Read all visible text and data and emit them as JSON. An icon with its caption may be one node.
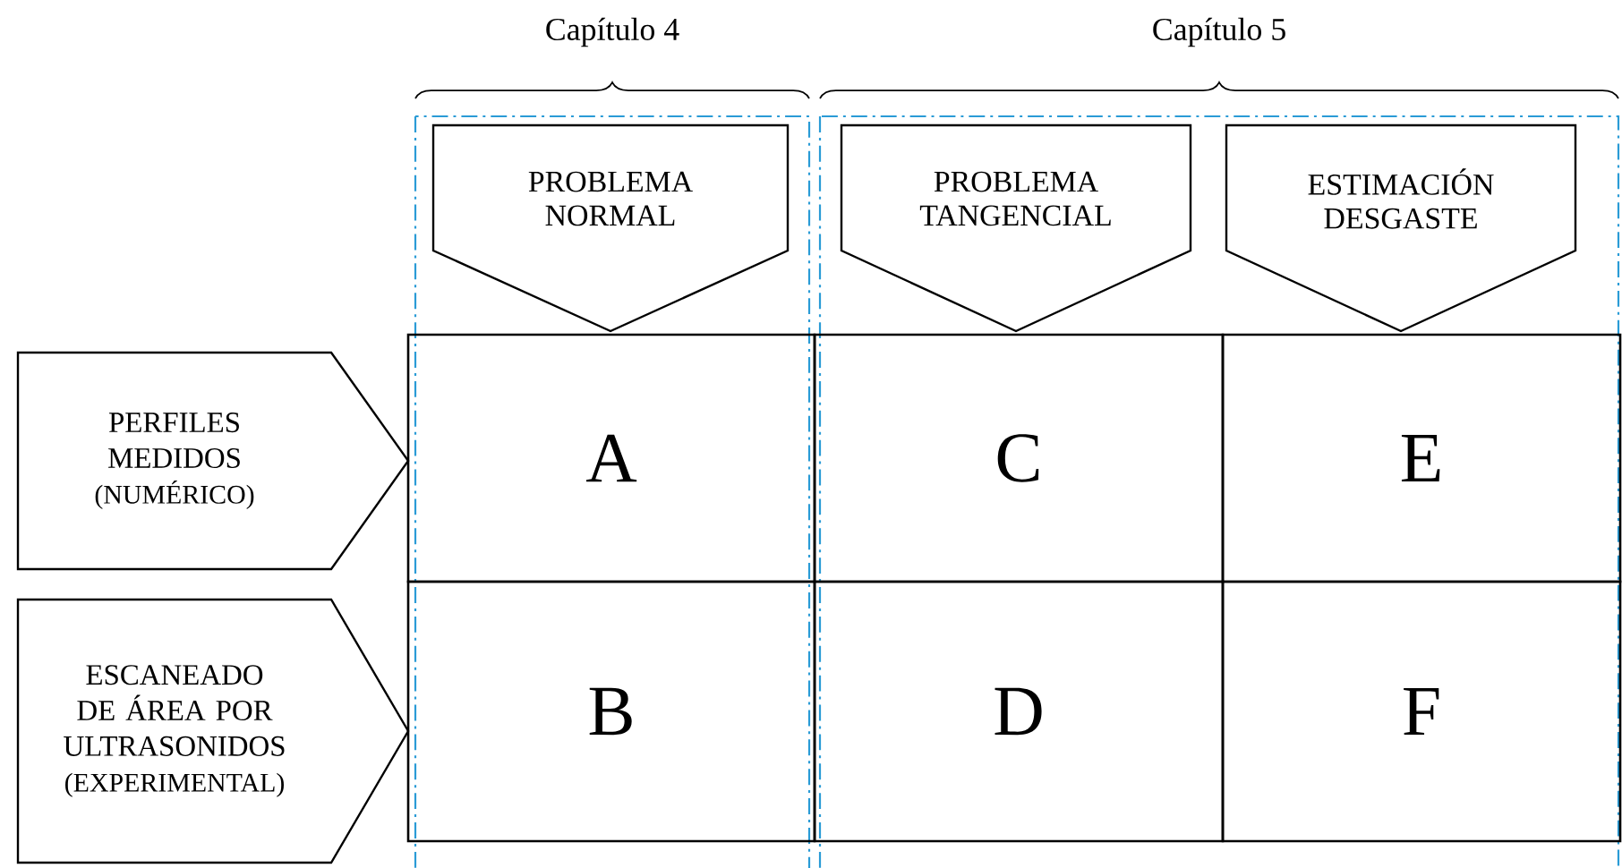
{
  "diagram": {
    "nodes": [
      {
        "text": [
          "PROBLEMA NORMAL"
        ]
      },
      {
        "text": [
          "PROBLEMA TANGENCIAL"
        ]
      },
      {
        "text": [
          "ESTIMACIÓN DESGASTE"
        ]
      },
      {
        "text": [
          "PERFILES MEDIDOS",
          "(NUMÉRICO)"
        ]
      },
      {
        "text": [
          "A"
        ]
      },
      {
        "text": [
          "C"
        ]
      },
      {
        "text": [
          "E"
        ]
      },
      {
        "text": [
          "ESCANEADO DE ÁREA POR ULTRASONIDOS",
          "(EXPERIMENTAL)"
        ]
      },
      {
        "text": [
          "B"
        ]
      },
      {
        "text": [
          "D"
        ]
      },
      {
        "text": [
          "F"
        ]
      }
    ],
    "labels": [
      "Capítulo 4",
      "Capítulo 5"
    ]
  }
}
